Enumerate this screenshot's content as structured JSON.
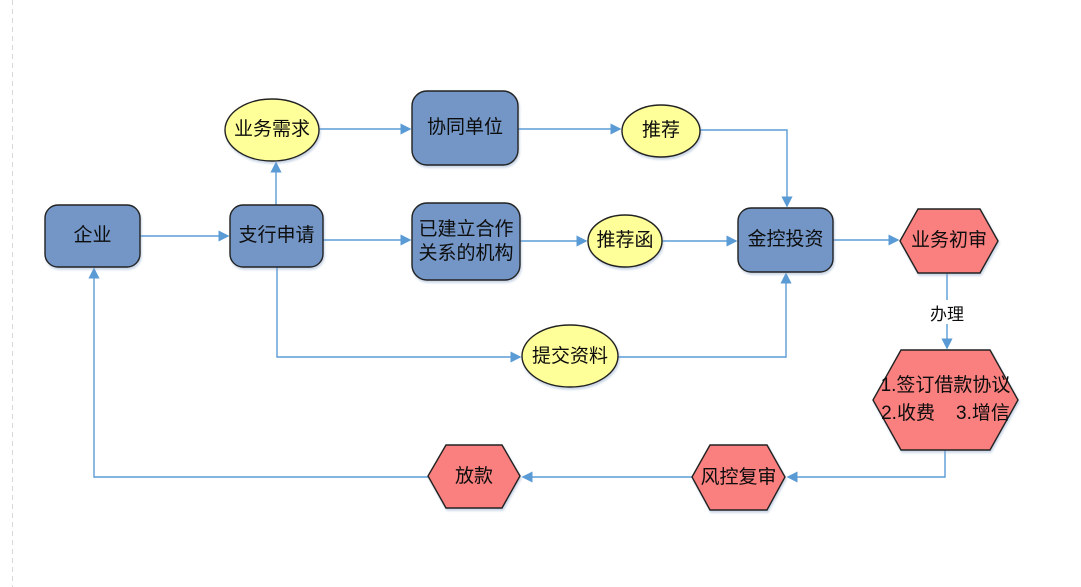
{
  "diagram": {
    "type": "flowchart",
    "colors": {
      "process_fill": "#7396c6",
      "event_fill": "#ffff99",
      "review_fill": "#fa7f7f",
      "shape_stroke": "#222222",
      "connector": "#5b9bd5",
      "margin_guide": "#d9d9d9"
    },
    "nodes": {
      "enterprise": {
        "label": "企业",
        "shape": "rounded-rect",
        "fill": "#7396c6"
      },
      "branch_application": {
        "label": "支行申请",
        "shape": "rounded-rect",
        "fill": "#7396c6"
      },
      "business_demand": {
        "label": "业务需求",
        "shape": "ellipse",
        "fill": "#ffff99"
      },
      "collaborating_unit": {
        "label": "协同单位",
        "shape": "rounded-rect",
        "fill": "#7396c6"
      },
      "partner_institution": {
        "label_line1": "已建立合作",
        "label_line2": "关系的机构",
        "shape": "rounded-rect",
        "fill": "#7396c6"
      },
      "recommendation": {
        "label": "推荐",
        "shape": "ellipse",
        "fill": "#ffff99"
      },
      "recommendation_letter": {
        "label": "推荐函",
        "shape": "ellipse",
        "fill": "#ffff99"
      },
      "jinkong_investment": {
        "label": "金控投资",
        "shape": "rounded-rect",
        "fill": "#7396c6"
      },
      "business_initial_review": {
        "label": "业务初审",
        "shape": "hexagon",
        "fill": "#fa7f7f"
      },
      "contract_steps": {
        "label_line1": "1.签订借款协议",
        "label_line2": "2.收费    3.增信",
        "shape": "hexagon",
        "fill": "#fa7f7f"
      },
      "risk_control_review": {
        "label": "风控复审",
        "shape": "hexagon",
        "fill": "#fa7f7f"
      },
      "loan_disbursement": {
        "label": "放款",
        "shape": "hexagon",
        "fill": "#fa7f7f"
      },
      "submit_materials": {
        "label": "提交资料",
        "shape": "ellipse",
        "fill": "#ffff99"
      }
    },
    "edge_labels": {
      "handle": "办理"
    },
    "edges": [
      {
        "from": "enterprise",
        "to": "branch_application"
      },
      {
        "from": "branch_application",
        "to": "business_demand"
      },
      {
        "from": "business_demand",
        "to": "collaborating_unit"
      },
      {
        "from": "collaborating_unit",
        "to": "recommendation"
      },
      {
        "from": "recommendation",
        "to": "jinkong_investment"
      },
      {
        "from": "branch_application",
        "to": "partner_institution"
      },
      {
        "from": "partner_institution",
        "to": "recommendation_letter"
      },
      {
        "from": "recommendation_letter",
        "to": "jinkong_investment"
      },
      {
        "from": "branch_application",
        "to": "submit_materials"
      },
      {
        "from": "submit_materials",
        "to": "jinkong_investment"
      },
      {
        "from": "jinkong_investment",
        "to": "business_initial_review"
      },
      {
        "from": "business_initial_review",
        "to": "contract_steps",
        "label": "办理"
      },
      {
        "from": "contract_steps",
        "to": "risk_control_review"
      },
      {
        "from": "risk_control_review",
        "to": "loan_disbursement"
      },
      {
        "from": "loan_disbursement",
        "to": "enterprise"
      }
    ]
  }
}
